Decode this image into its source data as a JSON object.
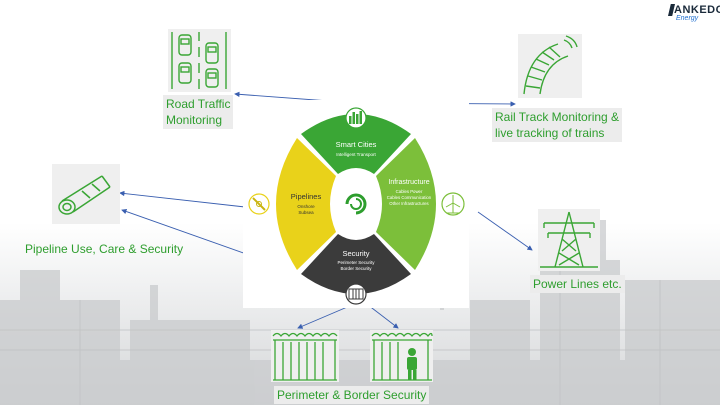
{
  "logo": {
    "main": "ANKEDO",
    "sub": "Energy"
  },
  "labels": {
    "road_traffic": {
      "line1": "Road Traffic",
      "line2": "Monitoring"
    },
    "rail_track": {
      "line1": "Rail Track Monitoring &",
      "line2": "live tracking of trains"
    },
    "pipeline": "Pipeline Use, Care & Security",
    "power_lines": "Power Lines etc.",
    "perimeter": "Perimeter & Border Security"
  },
  "wheel": {
    "smart_cities": {
      "title": "Smart Cities",
      "sub": "Intelligent Transport"
    },
    "pipelines": {
      "title": "Pipelines",
      "sub1": "Onshore",
      "sub2": "Subsea"
    },
    "infrastructure": {
      "title": "Infrastructure",
      "sub1": "Cables Power",
      "sub2": "Cables Communication",
      "sub3": "Other Infrastructures"
    },
    "security": {
      "title": "Security",
      "sub1": "Perimeter Security",
      "sub2": "Border Security"
    }
  },
  "colors": {
    "green": "#2e9e2e",
    "segment_green": "#3aa635",
    "segment_light_green": "#7cbf3a",
    "segment_yellow": "#e9d21a",
    "segment_dark": "#3b3b3b",
    "arrow": "#3a5fb0"
  },
  "icons": [
    "road-traffic-icon",
    "rail-track-icon",
    "pipeline-icon",
    "power-tower-icon",
    "perimeter-fence-icon",
    "border-fence-guard-icon",
    "city-icon",
    "wind-turbine-icon",
    "pipe-valve-icon",
    "fence-gate-icon",
    "swirl-logo-icon"
  ]
}
